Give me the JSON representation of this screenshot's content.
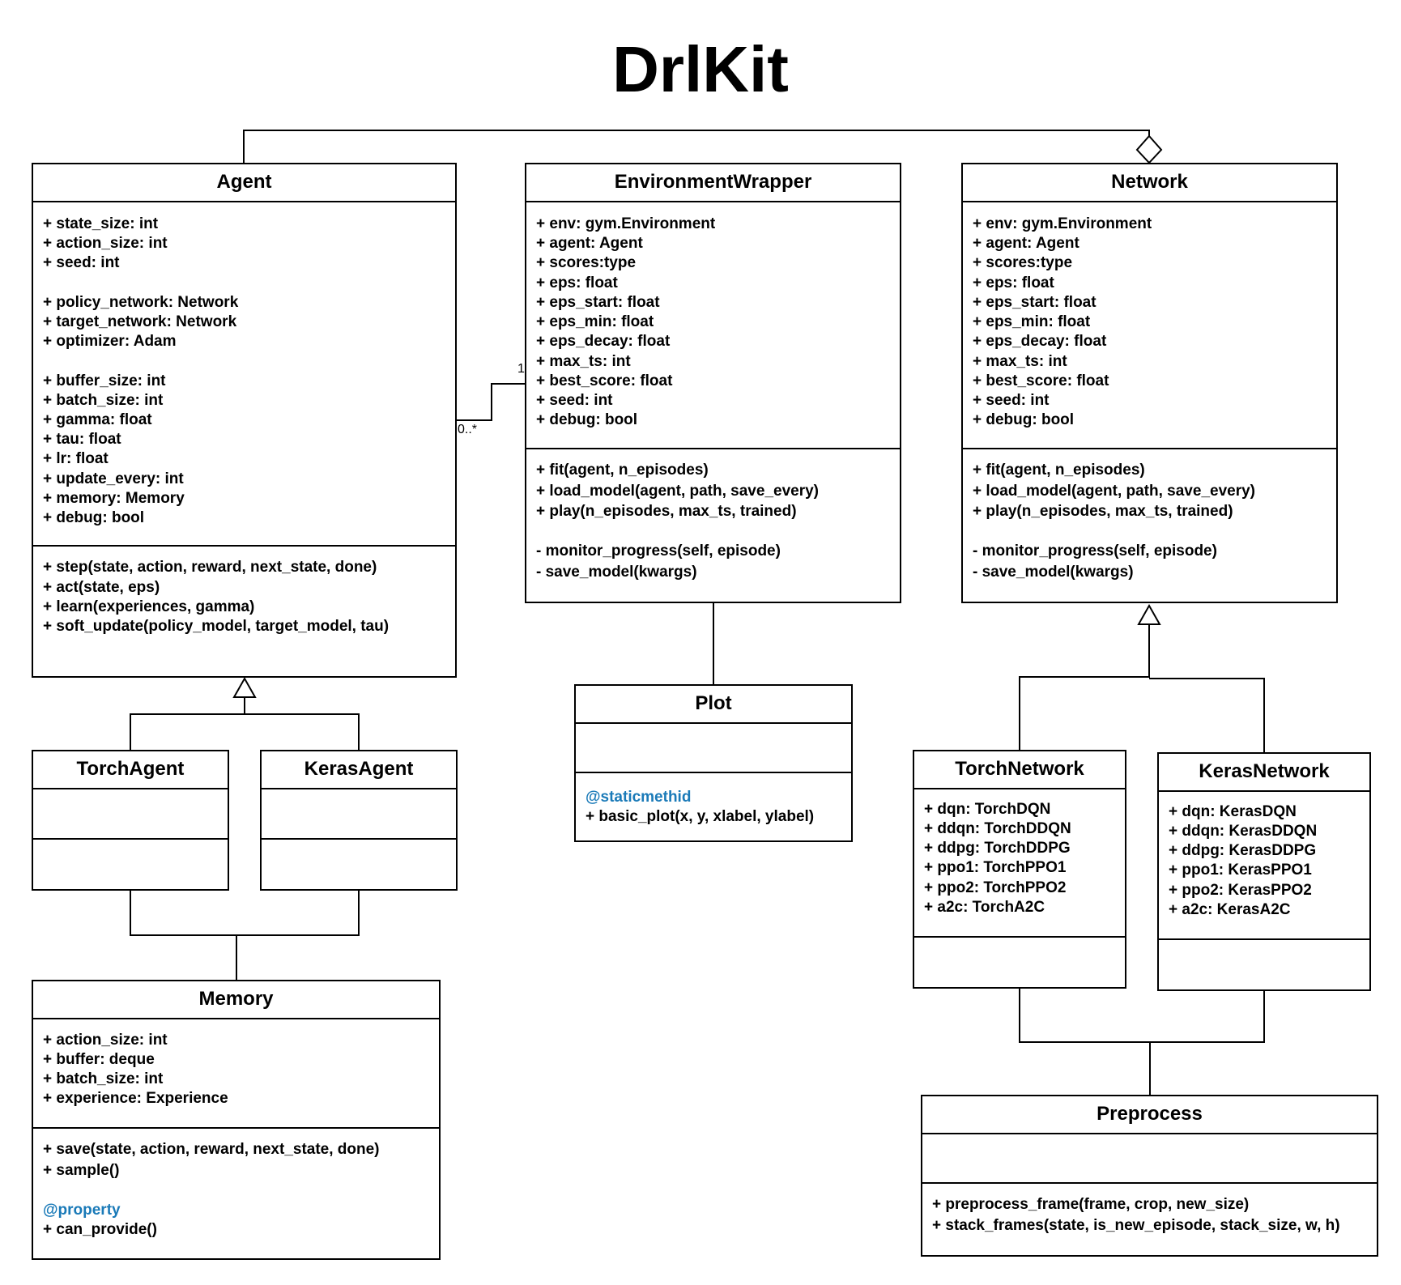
{
  "diagram_title": "DrlKit",
  "classes": {
    "agent": {
      "name": "Agent",
      "attributes": [
        "+ state_size: int",
        "+ action_size: int",
        "+ seed: int",
        "",
        "+ policy_network: Network",
        "+ target_network: Network",
        "+ optimizer: Adam",
        "",
        "+ buffer_size: int",
        "+ batch_size: int",
        "+ gamma: float",
        "+ tau: float",
        "+ lr: float",
        "+ update_every: int",
        "+ memory: Memory",
        "+ debug: bool"
      ],
      "methods": [
        "+ step(state, action, reward, next_state, done)",
        "+ act(state, eps)",
        "+ learn(experiences, gamma)",
        "+ soft_update(policy_model, target_model, tau)"
      ]
    },
    "environment_wrapper": {
      "name": "EnvironmentWrapper",
      "attributes": [
        "+ env: gym.Environment",
        "+ agent: Agent",
        "+ scores:type",
        "+ eps: float",
        "+ eps_start: float",
        "+ eps_min: float",
        "+ eps_decay: float",
        "+ max_ts: int",
        "+ best_score: float",
        "+ seed: int",
        "+ debug: bool"
      ],
      "methods": [
        "+ fit(agent, n_episodes)",
        "+ load_model(agent, path, save_every)",
        "+ play(n_episodes, max_ts, trained)",
        "",
        "- monitor_progress(self, episode)",
        "- save_model(kwargs)"
      ]
    },
    "network": {
      "name": "Network",
      "attributes": [
        "+ env: gym.Environment",
        "+ agent: Agent",
        "+ scores:type",
        "+ eps: float",
        "+ eps_start: float",
        "+ eps_min: float",
        "+ eps_decay: float",
        "+ max_ts: int",
        "+ best_score: float",
        "+ seed: int",
        "+ debug: bool"
      ],
      "methods": [
        "+ fit(agent, n_episodes)",
        "+ load_model(agent, path, save_every)",
        "+ play(n_episodes, max_ts, trained)",
        "",
        "- monitor_progress(self, episode)",
        "- save_model(kwargs)"
      ]
    },
    "torch_agent": {
      "name": "TorchAgent"
    },
    "keras_agent": {
      "name": "KerasAgent"
    },
    "plot": {
      "name": "Plot",
      "decorator": "@staticmethid",
      "methods": [
        "+ basic_plot(x, y, xlabel, ylabel)"
      ]
    },
    "torch_network": {
      "name": "TorchNetwork",
      "attributes": [
        "+ dqn: TorchDQN",
        "+ ddqn: TorchDDQN",
        "+ ddpg: TorchDDPG",
        "+ ppo1: TorchPPO1",
        "+ ppo2: TorchPPO2",
        "+ a2c: TorchA2C"
      ]
    },
    "keras_network": {
      "name": "KerasNetwork",
      "attributes": [
        "+ dqn: KerasDQN",
        "+ ddqn: KerasDDQN",
        "+ ddpg: KerasDDPG",
        "+ ppo1: KerasPPO1",
        "+ ppo2: KerasPPO2",
        "+ a2c: KerasA2C"
      ]
    },
    "memory": {
      "name": "Memory",
      "attributes": [
        "+ action_size: int",
        "+ buffer: deque",
        "+ batch_size: int",
        "+ experience: Experience"
      ],
      "methods": [
        "+ save(state, action, reward, next_state, done)",
        "+ sample()"
      ],
      "decorator": "@property",
      "decorated_methods": [
        "+ can_provide()"
      ]
    },
    "preprocess": {
      "name": "Preprocess",
      "methods": [
        "+ preprocess_frame(frame, crop, new_size)",
        "+ stack_frames(state, is_new_episode, stack_size, w, h)"
      ]
    }
  },
  "multiplicities": {
    "env_end": "1",
    "agent_end": "0..*"
  },
  "colors": {
    "line": "#000000",
    "decorator": "#1a7ab8",
    "background": "#ffffff"
  }
}
